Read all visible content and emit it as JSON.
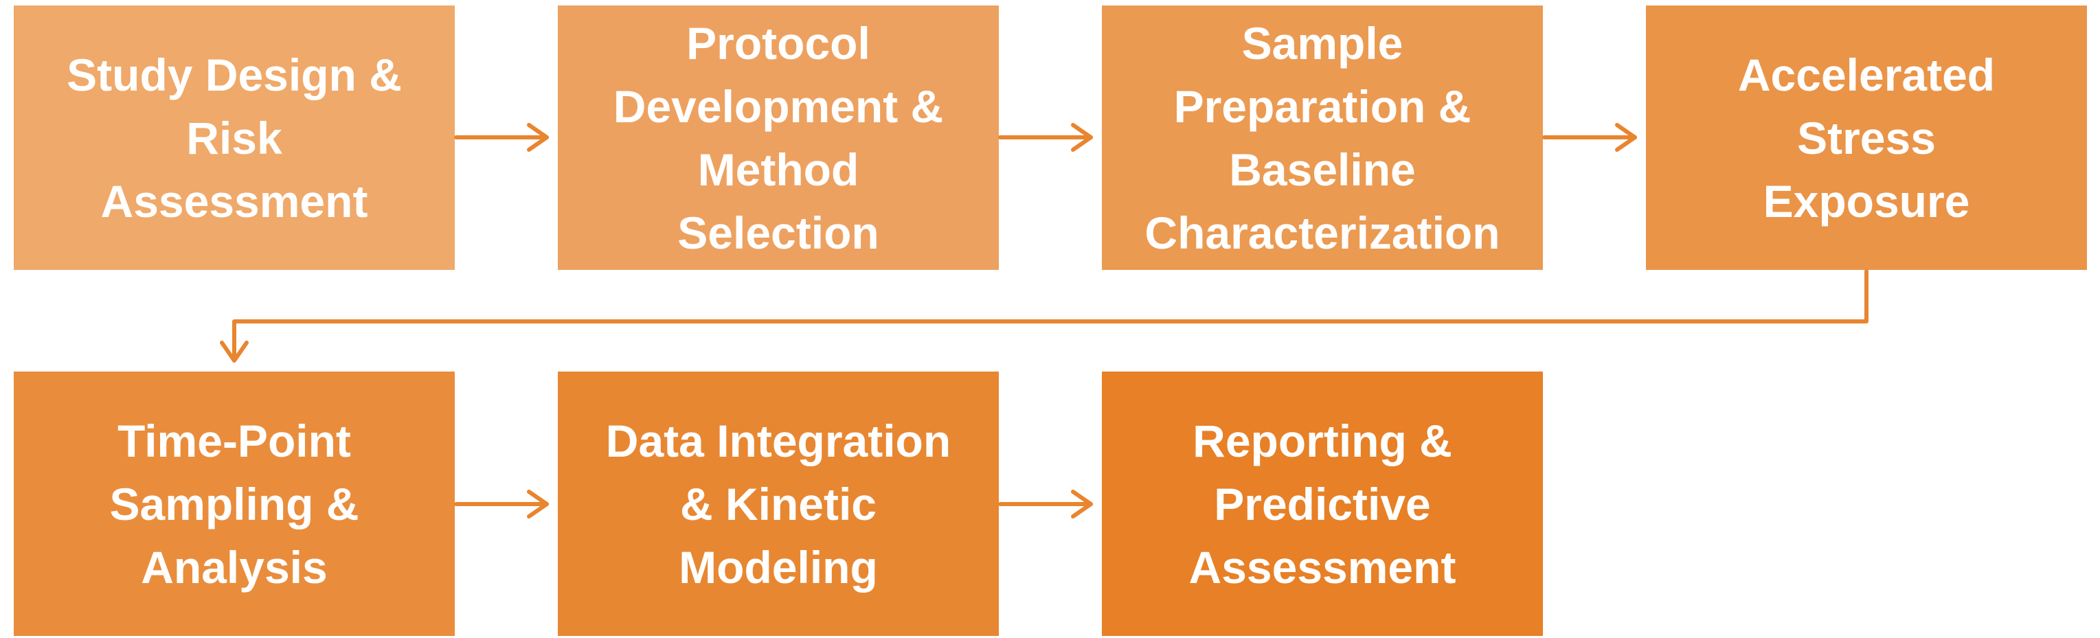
{
  "diagram": {
    "steps": [
      {
        "label": "Study Design &\nRisk\nAssessment",
        "color": "#EFA96A"
      },
      {
        "label": "Protocol\nDevelopment &\nMethod\nSelection",
        "color": "#EDA160"
      },
      {
        "label": "Sample\nPreparation &\nBaseline\nCharacterization",
        "color": "#EB9A52"
      },
      {
        "label": "Accelerated\nStress\nExposure",
        "color": "#EA9448"
      },
      {
        "label": "Time-Point\nSampling &\nAnalysis",
        "color": "#E98D3C"
      },
      {
        "label": "Data Integration\n& Kinetic\nModeling",
        "color": "#E88732"
      },
      {
        "label": "Reporting &\nPredictive\nAssessment",
        "color": "#E78026"
      }
    ],
    "arrow_color": "#E8852F"
  }
}
